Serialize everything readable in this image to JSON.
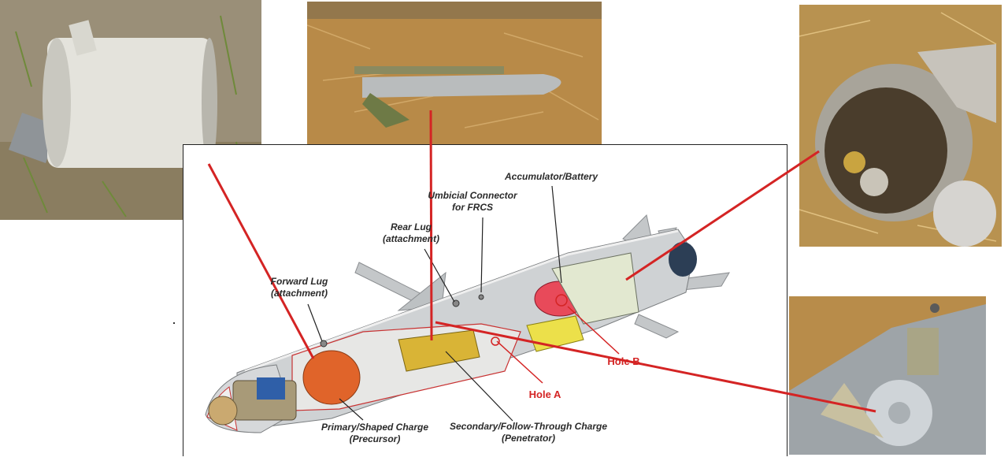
{
  "diagram": {
    "labels": {
      "accumulator": "Accumulator/Battery",
      "umbilical_line1": "Umbicial Connector",
      "umbilical_line2": "for FRCS",
      "rear_lug_line1": "Rear Lug",
      "rear_lug_line2": "(attachment)",
      "forward_lug_line1": "Forward Lug",
      "forward_lug_line2": "(attachment)",
      "primary_line1": "Primary/Shaped Charge",
      "primary_line2": "(Precursor)",
      "secondary_line1": "Secondary/Follow-Through Charge",
      "secondary_line2": "(Penetrator)",
      "hole_a": "Hole A",
      "hole_b": "Hole B"
    },
    "colors": {
      "connector_line": "#d42424",
      "charge_primary": "#e0642a",
      "charge_secondary": "#d9b436",
      "battery": "#e84a5a",
      "body": "#cfd2d4"
    }
  }
}
